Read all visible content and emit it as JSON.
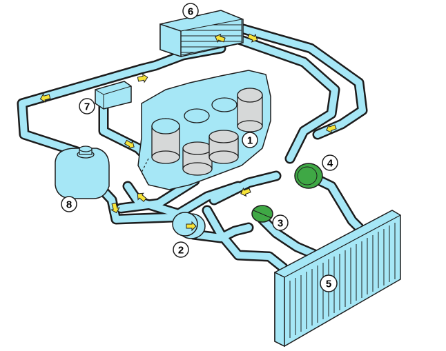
{
  "diagram": {
    "colors": {
      "coolant": "#a6e7f6",
      "outline": "#1c1c1c",
      "cylinder_metal": "#d6d8d8",
      "valve_green": "#3fa845",
      "flow_arrow": "#f7e43a",
      "callout_fill": "#ffffff"
    },
    "callouts": [
      {
        "id": "engine-block",
        "label": "1"
      },
      {
        "id": "water-pump",
        "label": "2"
      },
      {
        "id": "thermostat",
        "label": "3"
      },
      {
        "id": "radiator-valve",
        "label": "4"
      },
      {
        "id": "radiator",
        "label": "5"
      },
      {
        "id": "heater-core",
        "label": "6"
      },
      {
        "id": "control-unit",
        "label": "7"
      },
      {
        "id": "expansion-tank",
        "label": "8"
      }
    ]
  }
}
